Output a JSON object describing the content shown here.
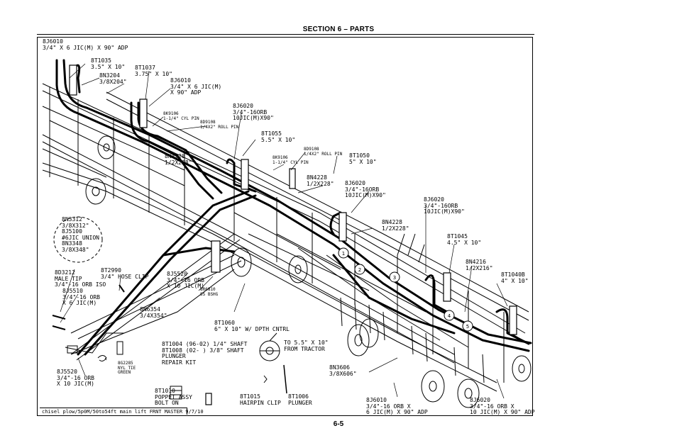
{
  "header": {
    "section": "SECTION 6 – PARTS",
    "page_number": "6-5"
  },
  "title_block": "chisel plow/5p0M/50to54ft main lift FRNT MASTER 9/7/10",
  "labels": {
    "l1": "8J6010\n3/4\" X 6 JIC(M) X 90\" ADP",
    "l2": "8T1035\n3.5\" X 10\"",
    "l3": "8N3204\n3/8X204\"",
    "l4": "8T1037\n3.75\" X 10\"",
    "l5": "8J6010\n3/4\" X 6 JIC(M)\nX 90\" ADP",
    "l6": "8K9106\n1-1/4\" CYL PIN",
    "l7": "8D9108\n1/4X2\" ROLL PIN",
    "l8": "8J6020\n3/4\"-16ORB\n10JIC(M)X90\"",
    "l9": "8T1055\n5.5\" X 10\"",
    "l10": "8D9108\n1/4X2\" ROLL PIN",
    "l11": "8T1050\n5\" X 10\"",
    "l12": "8K9106\n1-1/4\" CYL PIN",
    "l13": "8N4228\n1/2X228\"",
    "l14": "8N4228\n1/2X228\"",
    "l15": "8J6020\n3/4\"-16ORB\n10JIC(M)X90\"",
    "l16": "8J6020\n3/4\"-16ORB\n10JIC(M)X90\"",
    "l17": "8N3312\n3/8X312\"\n8J5100\n#6JIC UNION\n8N3348\n3/8X348\"",
    "l18": "8N4228\n1/2X228\"",
    "l19": "8T1045\n4.5\" X 10\"",
    "l20": "8N4216\n1/2X216\"",
    "l21": "8D3212\nMALE TIP\n3/4\"-16 ORB ISO",
    "l22": "8T2990\n3/4\" HOSE CLIP",
    "l23": "8J5520\n3/4\"-16 ORB\nX 10 JIC(M)",
    "l24": "8T1040B\n4\" X 10\"",
    "l25": "8J5510\n3/4\"-16 ORB\nX 6 JIC(M)",
    "l26": "8R6810\nSS BSHG",
    "l27": "8N6354\n3/4X354\"",
    "l28": "8T1060\n6\" X 10\" W/ DPTH CNTRL",
    "l29": "8T1004 (96-02) 1/4\" SHAFT\n8T1008 (02- ) 3/8\" SHAFT\nPLUNGER\nREPAIR KIT",
    "l30": "TO 5.5\" X 10\"\nFROM TRACTOR",
    "l31": "8G2285\nNYL TIE\nGREEN",
    "l32": "8J5520\n3/4\"-16 ORB\nX 10 JIC(M)",
    "l33": "8N3606\n3/8X606\"",
    "l34": "8T1010\nPOPPET ASSY\nBOLT ON",
    "l35": "8T1015\nHAIRPIN CLIP",
    "l36": "8T1006\nPLUNGER",
    "l37": "8J6010\n3/4\"-16 ORB X\n6 JIC(M) X 90\" ADP",
    "l38": "8J6020\n3/4\"-16 ORB X\n10 JIC(M) X 90\" ADP"
  },
  "callouts": [
    "1",
    "2",
    "3",
    "4",
    "5"
  ],
  "colors": {
    "line": "#000000",
    "background": "#ffffff"
  }
}
